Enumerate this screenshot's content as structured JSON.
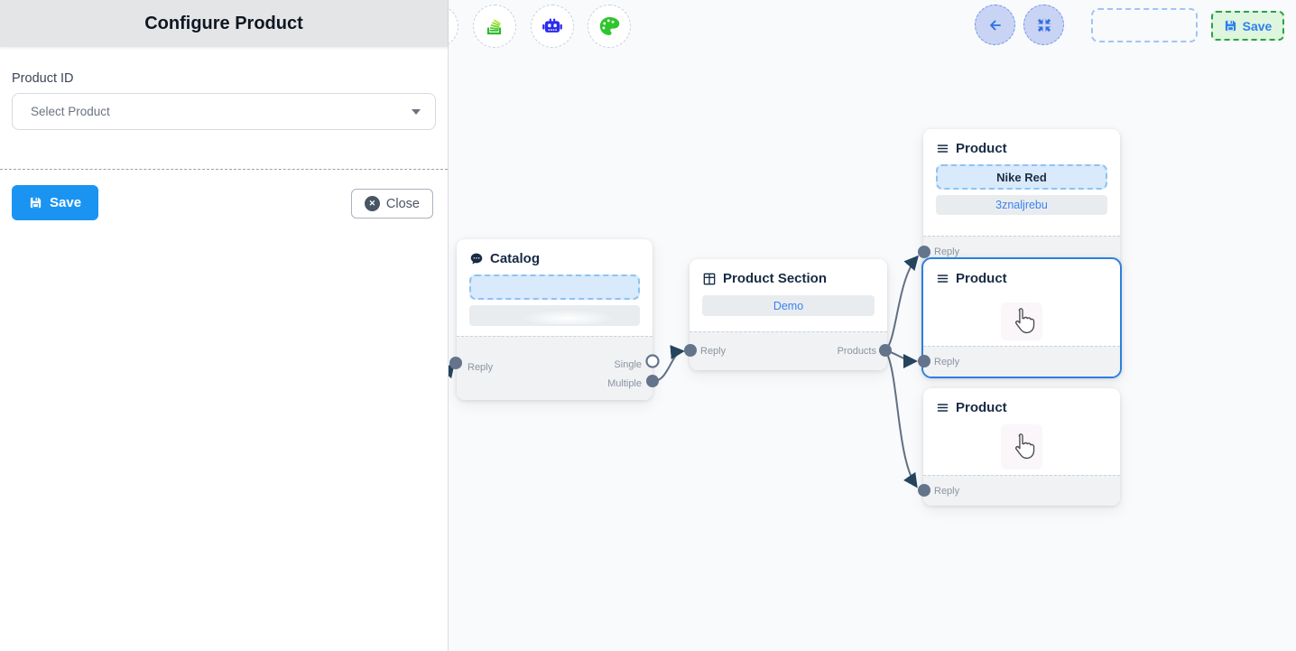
{
  "panel": {
    "title": "Configure Product",
    "product_id_label": "Product ID",
    "select_placeholder": "Select Product",
    "save_label": "Save",
    "close_label": "Close"
  },
  "canvas": {
    "toolbar_icons": [
      "stack-icon",
      "robot-icon",
      "palette-icon"
    ],
    "topbar": {
      "back_icon": "arrow-left-icon",
      "fit_view_icon": "compress-icon",
      "save_label": "Save"
    },
    "nodes": {
      "catalog": {
        "title": "Catalog",
        "icon": "chat-bubble-icon",
        "reply_label": "Reply",
        "single_label": "Single",
        "multiple_label": "Multiple"
      },
      "product_section": {
        "title": "Product Section",
        "icon": "grid-icon",
        "option_label": "Demo",
        "reply_label": "Reply",
        "products_label": "Products"
      },
      "product_1": {
        "title": "Product",
        "icon": "menu-icon",
        "selected_product": "Nike Red",
        "retailer_id": "3znaljrebu",
        "reply_label": "Reply"
      },
      "product_2": {
        "title": "Product",
        "icon": "menu-icon",
        "reply_label": "Reply"
      },
      "product_3": {
        "title": "Product",
        "icon": "menu-icon",
        "reply_label": "Reply"
      }
    }
  },
  "colors": {
    "primary_blue": "#1b94f1",
    "accent_blue": "#3c82f2",
    "selected_node_border": "#2d7fe0",
    "save_green_border": "#2ba149",
    "save_green_bg": "#def5de",
    "edge": "#607083",
    "arrow": "#25455f",
    "handle": "#64748b",
    "panel_header_bg": "#e4e5e7",
    "canvas_bg": "#f9fafb"
  }
}
